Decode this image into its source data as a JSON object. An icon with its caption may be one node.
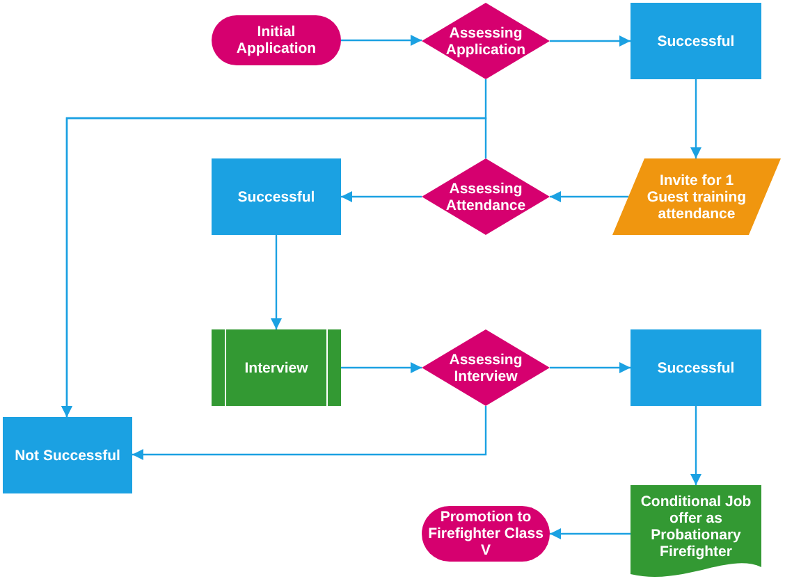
{
  "diagram": {
    "nodes": [
      {
        "text": [
          "Initial Application"
        ]
      },
      {
        "text": [
          "Assessing Application"
        ]
      },
      {
        "text": [
          "Successful"
        ]
      },
      {
        "text": [
          "Invite for 1 Guest training attendance"
        ]
      },
      {
        "text": [
          "Assessing Attendance"
        ]
      },
      {
        "text": [
          "Successful"
        ]
      },
      {
        "text": [
          "Interview"
        ]
      },
      {
        "text": [
          "Assessing Interview"
        ]
      },
      {
        "text": [
          "Successful"
        ]
      },
      {
        "text": [
          "Not Successful"
        ]
      },
      {
        "text": [
          "Conditional Job offer as Probationary Firefighter"
        ]
      },
      {
        "text": [
          "Promotion to Firefighter Class V"
        ]
      }
    ],
    "edges": [
      {
        "from": 0,
        "to": 1,
        "arrow": "to"
      },
      {
        "from": 1,
        "to": 2,
        "arrow": "to"
      },
      {
        "from": 2,
        "to": 3,
        "arrow": "to"
      },
      {
        "from": 3,
        "to": 4,
        "arrow": "to"
      },
      {
        "from": 4,
        "to": 5,
        "arrow": "to"
      },
      {
        "from": 1,
        "to": 9,
        "arrow": "to"
      },
      {
        "from": 4,
        "to": 9,
        "arrow": "to"
      },
      {
        "from": 5,
        "to": 6,
        "arrow": "to"
      },
      {
        "from": 6,
        "to": 7,
        "arrow": "to"
      },
      {
        "from": 7,
        "to": 8,
        "arrow": "to"
      },
      {
        "from": 7,
        "to": 9,
        "arrow": "to"
      },
      {
        "from": 8,
        "to": 10,
        "arrow": "to"
      },
      {
        "from": 10,
        "to": 11,
        "arrow": "to"
      }
    ]
  }
}
